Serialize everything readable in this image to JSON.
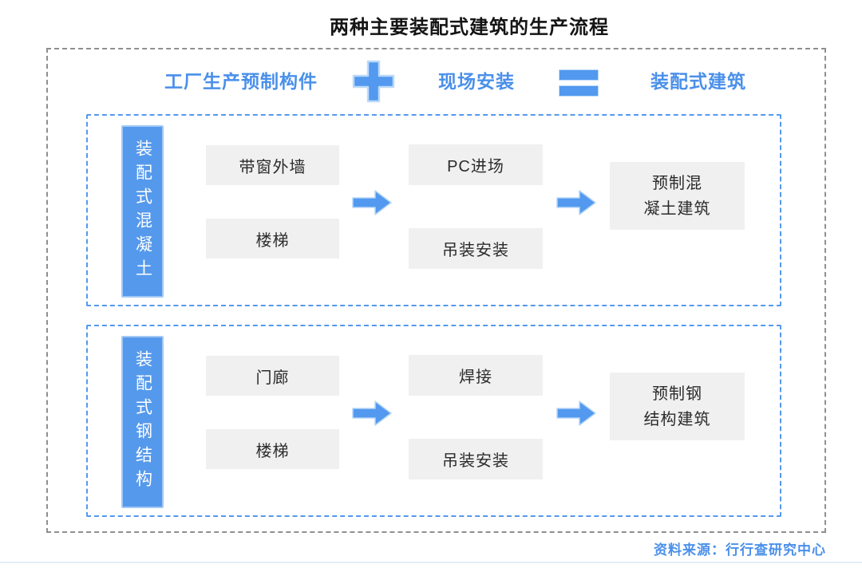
{
  "title": "两种主要装配式建筑的生产流程",
  "equation": {
    "factory": "工厂生产预制构件",
    "site": "现场安装",
    "result": "装配式建筑",
    "plus_icon": "plus",
    "equals_icon": "equals"
  },
  "sections": [
    {
      "label": "装配式混凝土",
      "factory_items": [
        "带窗外墙",
        "楼梯"
      ],
      "site_items": [
        "PC进场",
        "吊装安装"
      ],
      "result_lines": [
        "预制混",
        "凝土建筑"
      ]
    },
    {
      "label": "装配式钢结构",
      "factory_items": [
        "门廊",
        "楼梯"
      ],
      "site_items": [
        "焊接",
        "吊装安装"
      ],
      "result_lines": [
        "预制钢",
        "结构建筑"
      ]
    }
  ],
  "footer": {
    "source": "资料来源：行行查研究中心"
  },
  "colors": {
    "accent_blue": "#4a90ea",
    "shape_blue": "#5299ef",
    "label_fill": "#5599ec",
    "box_gray": "#f0f0f0",
    "outer_border": "#8f8f8f",
    "section_border": "#5599ee"
  }
}
